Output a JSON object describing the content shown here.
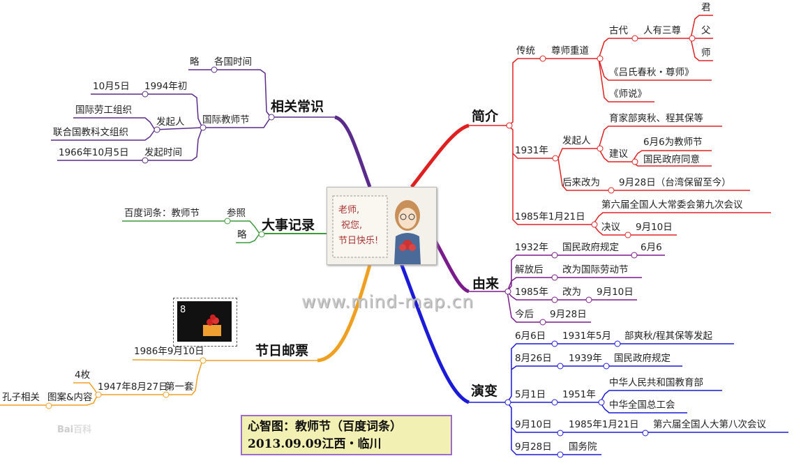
{
  "central_image_text": "老师，祝您，节日快乐！",
  "watermark": "www.mind-map.cn",
  "baidu_logo": "Bai百科",
  "caption": {
    "line1": "心智图：教师节（百度词条）",
    "line2": "2013.09.09江西・临川"
  },
  "colors": {
    "intro": "#e02020",
    "origin": "#7a1a8c",
    "evolution": "#1a1ad8",
    "knowledge": "#5a2a8c",
    "events": "#3a9a3a",
    "stamps": "#f0a020"
  },
  "intro": {
    "title": "简介",
    "nodes": [
      "传统",
      "尊师重道",
      "古代",
      "人有三尊",
      "君",
      "父",
      "师",
      "《吕氏春秋・尊师》",
      "《师说》",
      "1931年",
      "发起人",
      "育家部爽秋、程其保等",
      "建议",
      "6月6为教师节",
      "国民政府同意",
      "后来改为",
      "9月28日（台湾保留至今）",
      "1985年1月21日",
      "第六届全国人大常委会第九次会议",
      "决议",
      "9月10日"
    ]
  },
  "origin": {
    "title": "由来",
    "nodes": [
      "1932年",
      "国民政府规定",
      "6月6",
      "解放后",
      "改为国际劳动节",
      "1985年",
      "改为",
      "9月10日",
      "今后",
      "9月28日"
    ]
  },
  "evolution": {
    "title": "演变",
    "nodes": [
      "6月6日",
      "1931年5月",
      "部爽秋/程其保等发起",
      "8月26日",
      "1939年",
      "国民政府规定",
      "5月1日",
      "1951年",
      "中华人民共和国教育部",
      "中华全国总工会",
      "9月10日",
      "1985年1月21日",
      "第六届全国人大第八次会议",
      "9月28日",
      "国务院"
    ]
  },
  "knowledge": {
    "title": "相关常识",
    "nodes": [
      "略",
      "各国时间",
      "国际教师节",
      "10月5日",
      "1994年初",
      "发起人",
      "国际劳工组织",
      "联合国教科文组织",
      "1966年10月5日",
      "发起时间"
    ]
  },
  "events": {
    "title": "大事记录",
    "nodes": [
      "百度词条：教师节",
      "参照",
      "略"
    ]
  },
  "stamps": {
    "title": "节日邮票",
    "nodes": [
      "1986年9月10日",
      "第一套",
      "1947年8月27日",
      "4枚",
      "图案&内容",
      "孔子相关"
    ]
  }
}
